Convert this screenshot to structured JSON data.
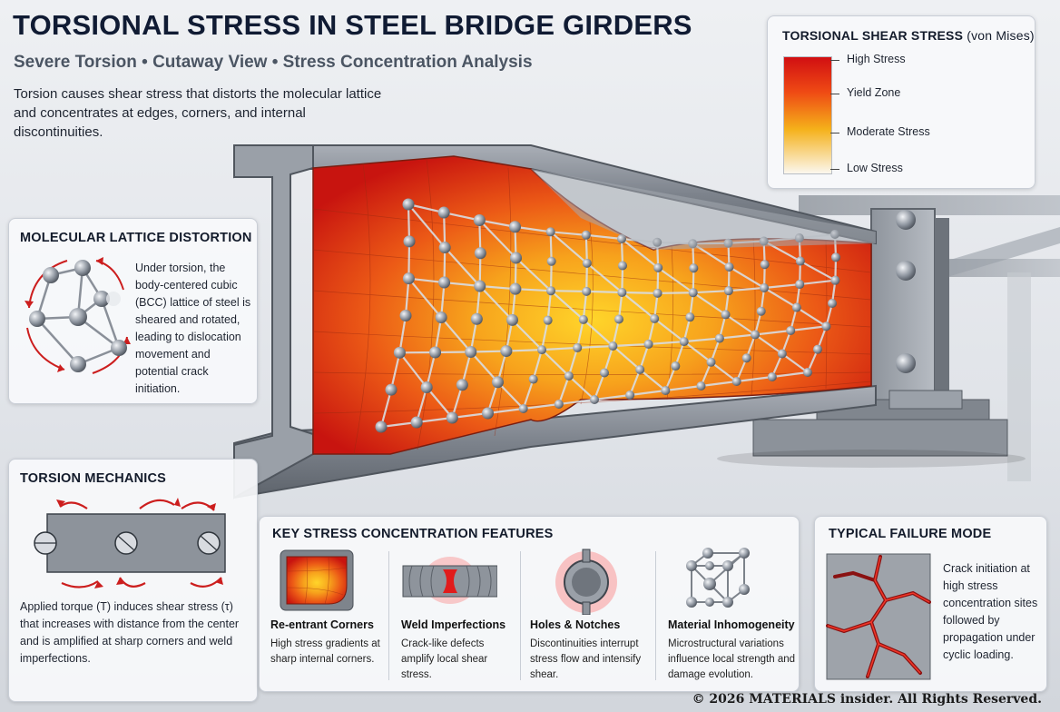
{
  "header": {
    "title": "TORSIONAL STRESS IN STEEL BRIDGE GIRDERS",
    "subtitle": "Severe Torsion • Cutaway View • Stress Concentration Analysis",
    "intro": "Torsion causes shear stress that distorts the molecular lattice and concentrates at edges, corners, and internal discontinuities."
  },
  "legend": {
    "title_main": "TORSIONAL SHEAR STRESS",
    "title_suffix": "(von Mises)",
    "levels": [
      "High Stress",
      "Yield Zone",
      "Moderate Stress",
      "Low Stress"
    ]
  },
  "lattice_panel": {
    "title": "MOLECULAR LATTICE DISTORTION",
    "text": "Under torsion, the body-centered cubic (BCC) lattice of steel is sheared and rotated, leading to dislocation movement and potential crack initiation."
  },
  "mechanics_panel": {
    "title": "TORSION MECHANICS",
    "text": "Applied torque (T) induces shear stress (τ) that increases with distance from the center and is amplified at sharp corners and weld imperfections."
  },
  "features_panel": {
    "title": "KEY STRESS CONCENTRATION FEATURES",
    "items": [
      {
        "title": "Re-entrant Corners",
        "desc": "High stress gradients at sharp internal corners."
      },
      {
        "title": "Weld Imperfections",
        "desc": "Crack-like defects amplify local shear stress."
      },
      {
        "title": "Holes & Notches",
        "desc": "Discontinuities interrupt stress flow and intensify shear."
      },
      {
        "title": "Material Inhomogeneity",
        "desc": "Microstructural variations influence local strength and damage evolution."
      }
    ]
  },
  "failure_panel": {
    "title": "TYPICAL FAILURE MODE",
    "text": "Crack initiation at high stress concentration sites followed by propagation under cyclic loading."
  },
  "footer": {
    "copyright": "© 2026 MATERIALS insider. All Rights Reserved."
  },
  "colors": {
    "high": "#d10f12",
    "yield": "#ef4a14",
    "moderate": "#f5b11a",
    "low": "#fbf7ee",
    "steel": "#8a9099"
  }
}
